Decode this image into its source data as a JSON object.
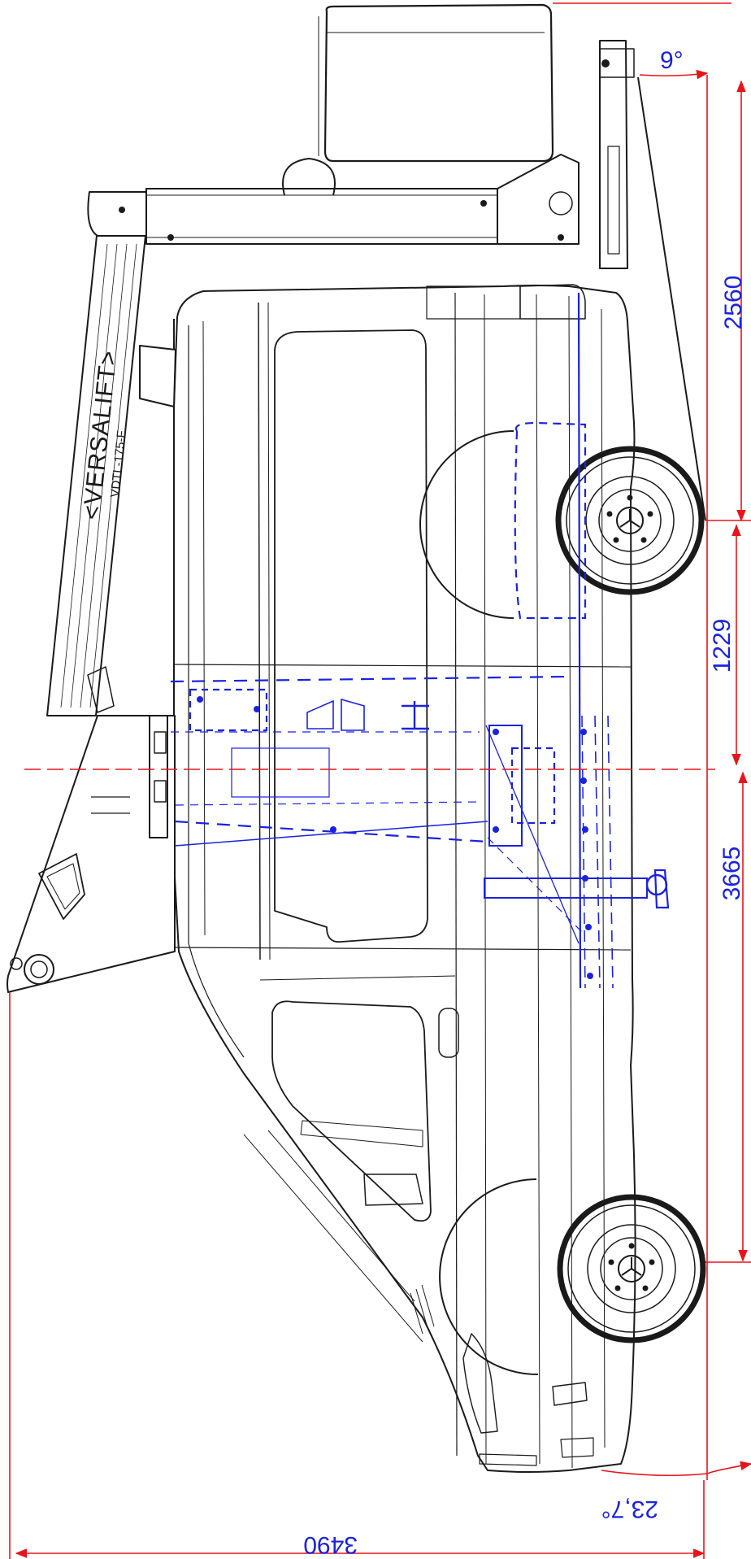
{
  "colors": {
    "outline": "#1a1a1a",
    "dimension": "#e8141c",
    "mechanism": "#1a22e0",
    "label": "#1a22e0",
    "background": "#ffffff"
  },
  "drawing": {
    "brand_label": "<VERSALIFT>",
    "model_label": "VDTL-175-F",
    "badge_icon": "versalift-badge-icon"
  },
  "dimensions": {
    "overall_length": "3490",
    "boom_overhang": "2560",
    "axle_offset": "1229",
    "wheelbase": "3665",
    "boom_angle": "9°",
    "approach_angle": "23,7°"
  }
}
